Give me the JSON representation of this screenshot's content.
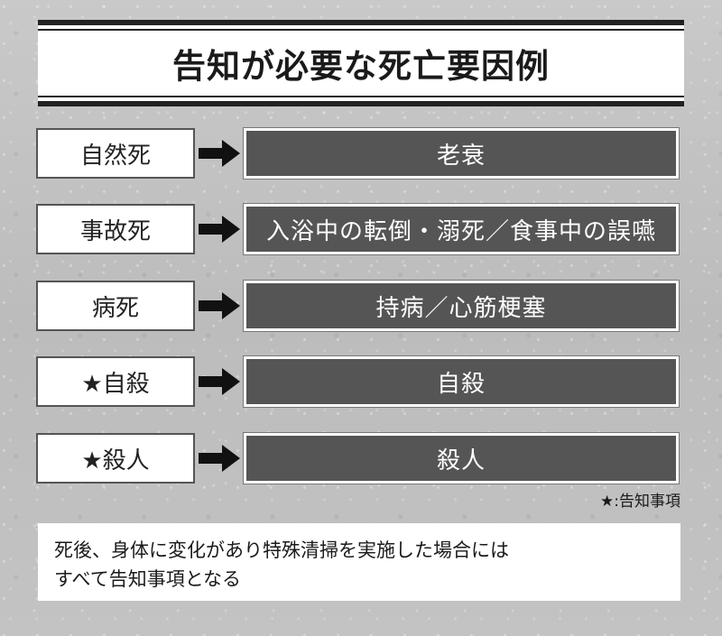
{
  "title": "告知が必要な死亡要因例",
  "rows": [
    {
      "cause": "自然死",
      "example": "老衰"
    },
    {
      "cause": "事故死",
      "example": "入浴中の転倒・溺死／食事中の誤嚥"
    },
    {
      "cause": "病死",
      "example": "持病／心筋梗塞"
    },
    {
      "cause": "★自殺",
      "example": "自殺"
    },
    {
      "cause": "★殺人",
      "example": "殺人"
    }
  ],
  "legend_note": "★:告知事項",
  "footer": {
    "line1": "死後、身体に変化があり特殊清掃を実施した場合には",
    "line2": "すべて告知事項となる"
  }
}
